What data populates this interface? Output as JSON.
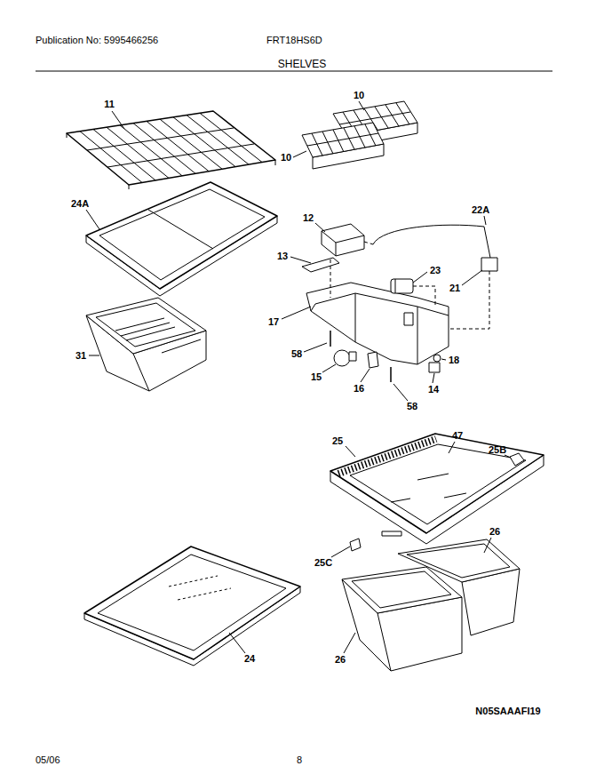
{
  "diagram": {
    "title": "SHELVES",
    "labels": [
      "Publication No: 5995466256",
      "FRT18HS6D",
      "11",
      "10",
      "10",
      "24A",
      "12",
      "22A",
      "13",
      "23",
      "21",
      "17",
      "58",
      "18",
      "15",
      "16",
      "14",
      "58",
      "31",
      "47",
      "25",
      "25B",
      "26",
      "25C",
      "26",
      "24",
      "N05SAAAFI19",
      "05/06",
      "8"
    ]
  }
}
